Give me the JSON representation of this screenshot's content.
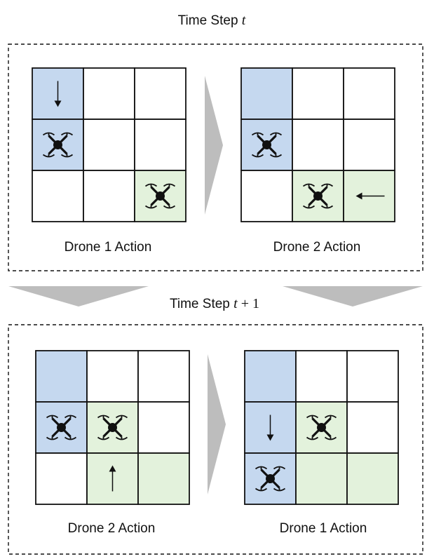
{
  "titles": {
    "top": {
      "text": "Time Step ",
      "var": "t",
      "rest": ""
    },
    "middle": {
      "text": "Time Step ",
      "var": "t",
      "rest": " + 1"
    }
  },
  "colors": {
    "drone1_blue": "#c5d8ef",
    "drone2_green": "#e3f2dc",
    "grid_line": "#111111",
    "arrow_gray": "#bdbdbd"
  },
  "panels": [
    {
      "id": "t-drone1",
      "label": "Drone 1 Action",
      "cells": [
        "blue",
        "white",
        "white",
        "blue",
        "white",
        "white",
        "white",
        "white",
        "green"
      ],
      "drones": [
        {
          "row": 1,
          "col": 0
        },
        {
          "row": 2,
          "col": 2
        }
      ],
      "arrow": {
        "row": 0,
        "col": 0,
        "dir": "down"
      }
    },
    {
      "id": "t-drone2",
      "label": "Drone 2 Action",
      "cells": [
        "blue",
        "white",
        "white",
        "blue",
        "white",
        "white",
        "white",
        "green",
        "green"
      ],
      "drones": [
        {
          "row": 1,
          "col": 0
        },
        {
          "row": 2,
          "col": 1
        }
      ],
      "arrow": {
        "row": 2,
        "col": 2,
        "dir": "left"
      }
    },
    {
      "id": "t1-drone2",
      "label": "Drone 2 Action",
      "cells": [
        "blue",
        "white",
        "white",
        "blue",
        "green",
        "white",
        "white",
        "green",
        "green"
      ],
      "drones": [
        {
          "row": 1,
          "col": 0
        },
        {
          "row": 1,
          "col": 1
        }
      ],
      "arrow": {
        "row": 2,
        "col": 1,
        "dir": "up"
      }
    },
    {
      "id": "t1-drone1",
      "label": "Drone 1 Action",
      "cells": [
        "blue",
        "white",
        "white",
        "blue",
        "green",
        "white",
        "blue",
        "green",
        "green"
      ],
      "drones": [
        {
          "row": 2,
          "col": 0
        },
        {
          "row": 1,
          "col": 1
        }
      ],
      "arrow": {
        "row": 1,
        "col": 0,
        "dir": "down"
      }
    }
  ]
}
